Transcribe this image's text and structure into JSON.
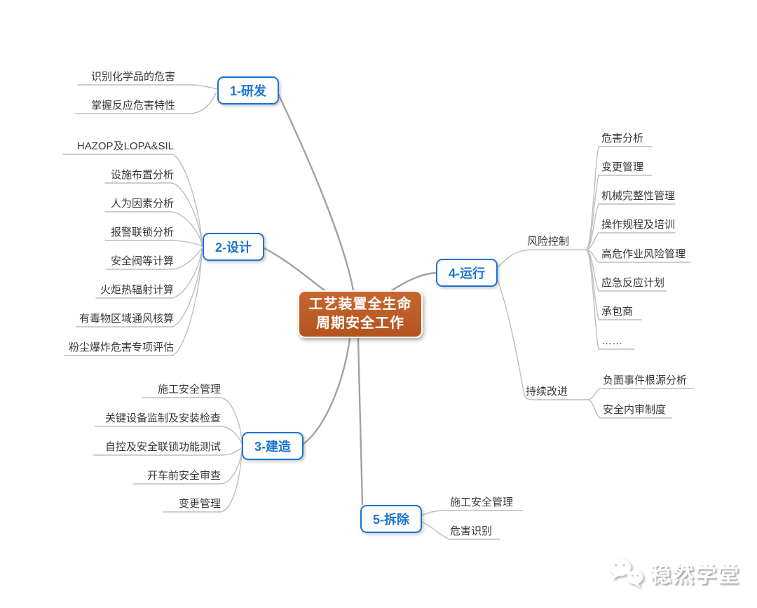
{
  "center": {
    "line1": "工艺装置全生命",
    "line2": "周期安全工作"
  },
  "branches": [
    {
      "label": "1-研发",
      "children": [
        "识别化学品的危害",
        "掌握反应危害特性"
      ]
    },
    {
      "label": "2-设计",
      "children": [
        "HAZOP及LOPA&SIL",
        "设施布置分析",
        "人为因素分析",
        "报警联锁分析",
        "安全阀等计算",
        "火炬热辐射计算",
        "有毒物区域通风核算",
        "粉尘爆炸危害专项评估"
      ]
    },
    {
      "label": "3-建造",
      "children": [
        "施工安全管理",
        "关键设备监制及安装检查",
        "自控及安全联锁功能测试",
        "开车前安全审查",
        "变更管理"
      ]
    },
    {
      "label": "4-运行",
      "groups": [
        {
          "label": "风险控制",
          "children": [
            "危害分析",
            "变更管理",
            "机械完整性管理",
            "操作规程及培训",
            "高危作业风险管理",
            "应急反应计划",
            "承包商",
            "……"
          ]
        },
        {
          "label": "持续改进",
          "children": [
            "负面事件根源分析",
            "安全内审制度"
          ]
        }
      ]
    },
    {
      "label": "5-拆除",
      "children": [
        "施工安全管理",
        "危害识别"
      ]
    }
  ],
  "watermark": {
    "label": "稳然学堂",
    "icon": "wechat-bubbles-icon"
  },
  "colors": {
    "center_fill": "#b4531e",
    "node_accent": "#1b73d2",
    "trunk_line": "#a2a2a2",
    "branch_line": "#bdbdbd",
    "leaf_text": "#383838"
  }
}
